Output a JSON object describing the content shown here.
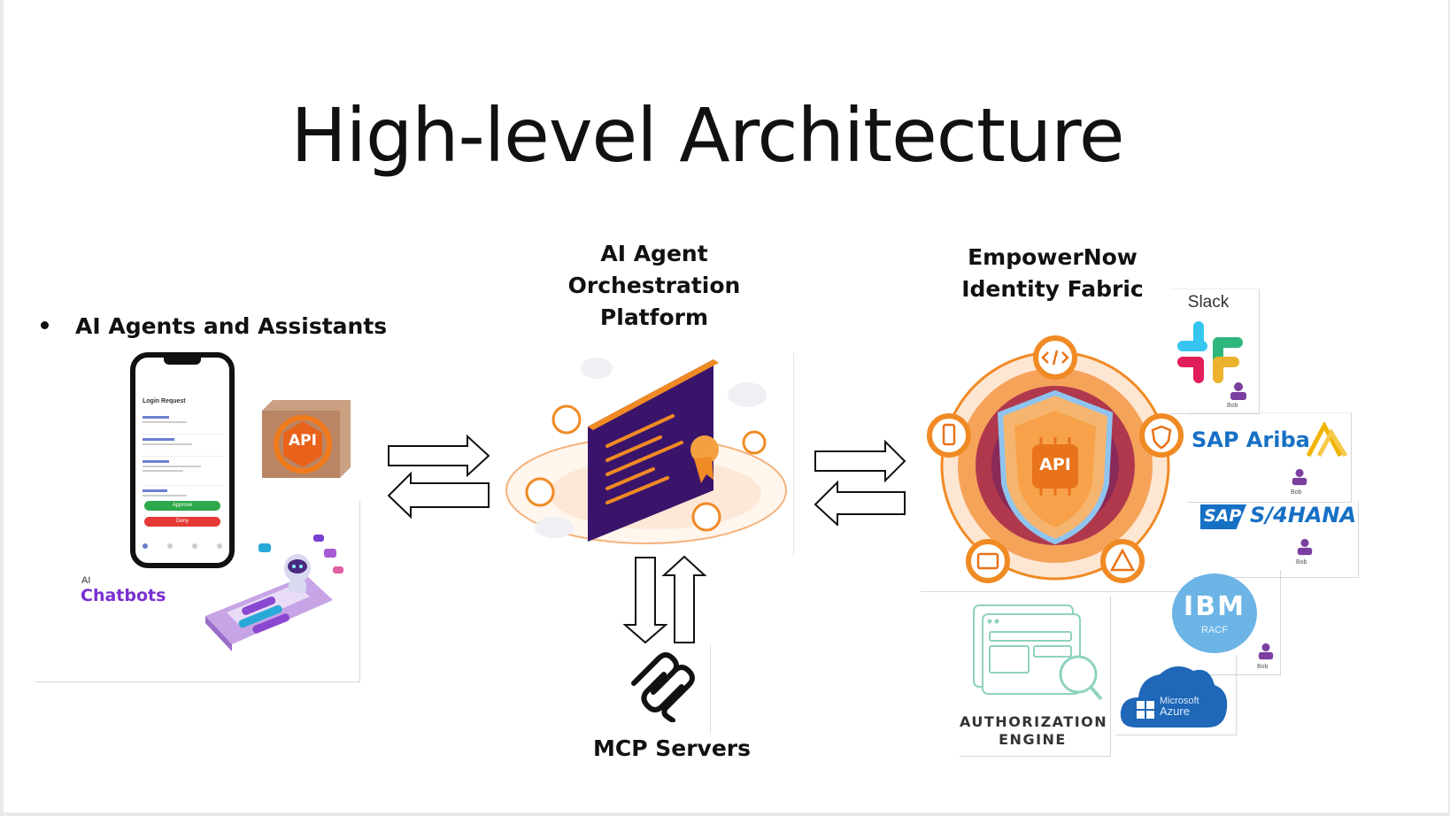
{
  "title": "High-level Architecture",
  "left": {
    "bullet": "AI Agents and Assistants",
    "chatbots_small": "AI",
    "chatbots": "Chatbots",
    "api_badge": "API",
    "phone": {
      "header": "Login Request",
      "approve": "Approve",
      "deny": "Deny"
    }
  },
  "center": {
    "title_lines": [
      "AI Agent",
      "Orchestration",
      "Platform"
    ],
    "mcp_label": "MCP Servers"
  },
  "right": {
    "title_lines": [
      "EmpowerNow",
      "Identity Fabric"
    ],
    "api_shield": "API",
    "auth_engine_lines": [
      "AUTHORIZATION",
      "ENGINE"
    ],
    "slack": "Slack",
    "sap_ariba": "SAP Ariba",
    "sap_s4": "SAP",
    "s4hana": "S/4HANA",
    "ibm": "IBM",
    "racf": "RACF",
    "azure_line1": "Microsoft",
    "azure_line2": "Azure",
    "person_caption": "Bob"
  },
  "colors": {
    "orange": "#f08a24",
    "dark_orange": "#e06a12",
    "purple": "#4a1a78",
    "purple_text": "#7a2fd0",
    "sap_blue": "#1670c4",
    "ibm_blue": "#6cb4e6",
    "azure_blue": "#1f67b8",
    "person_purple": "#7b3fa0"
  }
}
